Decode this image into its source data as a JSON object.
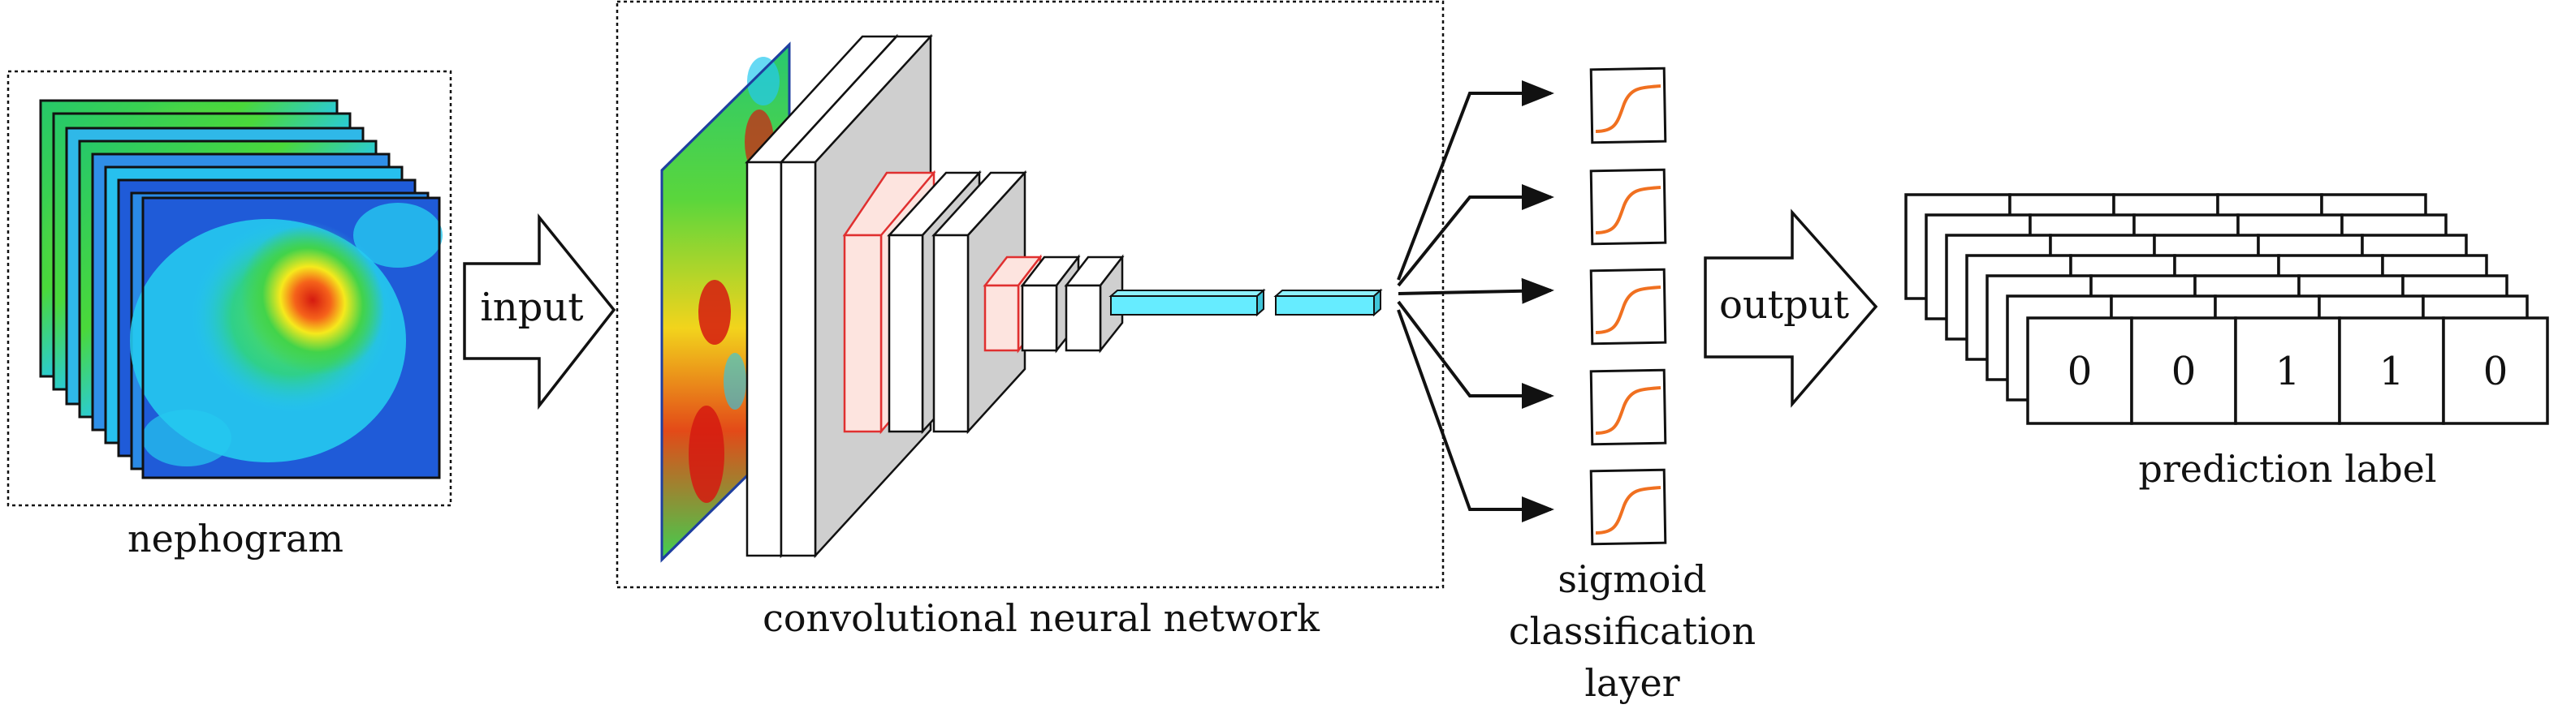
{
  "labels": {
    "nephogram": "nephogram",
    "input": "input",
    "cnn": "convolutional neural network",
    "sigmoid_line1": "sigmoid",
    "sigmoid_line2": "classification",
    "sigmoid_line3": "layer",
    "output": "output",
    "prediction": "prediction label"
  },
  "prediction_values": [
    "0",
    "0",
    "1",
    "1",
    "0"
  ],
  "colors": {
    "stroke": "#111111",
    "conv_face": "#ffffff",
    "conv_side": "#cfcfcf",
    "highlight_red": "#e03030",
    "highlight_fill": "#fde4df",
    "fc_cyan": "#66ecff",
    "sigmoid_curve": "#f07020",
    "heat_blue": "#1f5bd8",
    "heat_cyan": "#25c9f0",
    "heat_green": "#42d34a",
    "heat_yellow": "#f6e91c",
    "heat_red": "#e22816"
  }
}
